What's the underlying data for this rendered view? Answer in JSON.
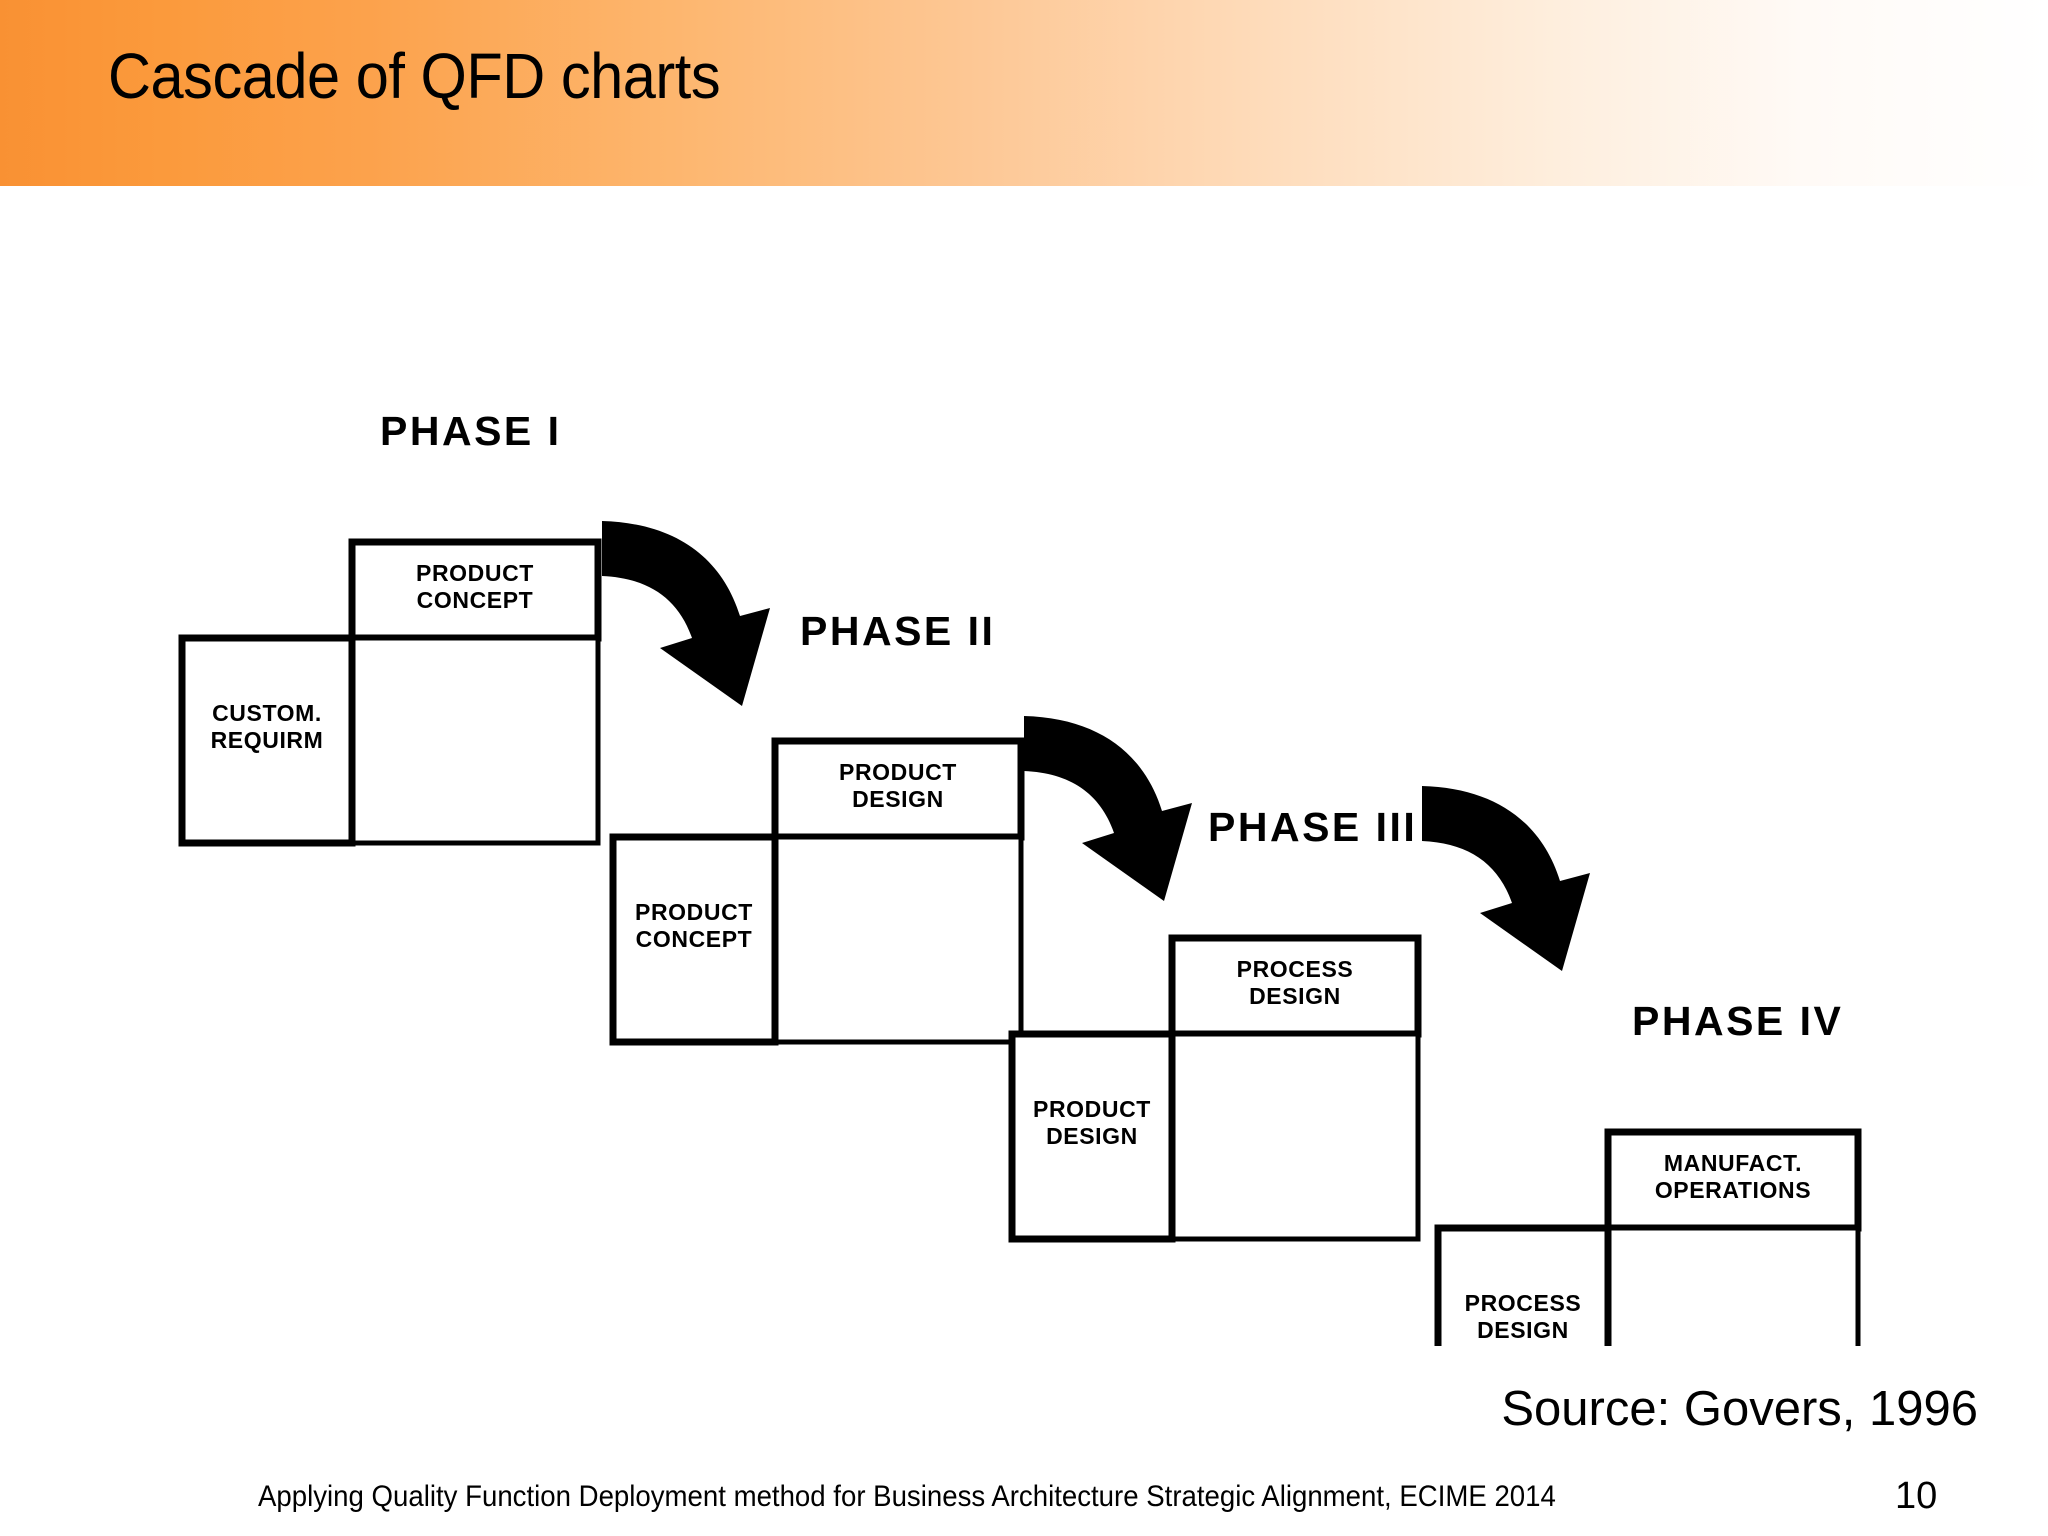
{
  "header": {
    "title": "Cascade of QFD charts",
    "gradient_from": "#f99133",
    "gradient_to": "#ffffff"
  },
  "diagram": {
    "kind": "qfd-cascade",
    "stroke_color": "#000000",
    "arrow_color": "#000000",
    "phases": [
      {
        "id": "phase-1",
        "label": "PHASE I",
        "top_box_label": "PRODUCT\nCONCEPT",
        "left_box_label": "CUSTOM.\nREQUIRM"
      },
      {
        "id": "phase-2",
        "label": "PHASE II",
        "top_box_label": "PRODUCT\nDESIGN",
        "left_box_label": "PRODUCT\nCONCEPT"
      },
      {
        "id": "phase-3",
        "label": "PHASE III",
        "top_box_label": "PROCESS\nDESIGN",
        "left_box_label": "PRODUCT\nDESIGN"
      },
      {
        "id": "phase-4",
        "label": "PHASE IV",
        "top_box_label": "MANUFACT.\nOPERATIONS",
        "left_box_label": "PROCESS\nDESIGN"
      }
    ],
    "arrows": [
      {
        "id": "arrow-1-2",
        "from": "phase-1",
        "to": "phase-2"
      },
      {
        "id": "arrow-2-3",
        "from": "phase-2",
        "to": "phase-3"
      },
      {
        "id": "arrow-3-4",
        "from": "phase-3",
        "to": "phase-4"
      }
    ]
  },
  "source": {
    "text": "Source: Govers, 1996"
  },
  "footer": {
    "text": "Applying Quality Function Deployment method for Business Architecture Strategic Alignment, ECIME 2014",
    "page_number": "10"
  }
}
